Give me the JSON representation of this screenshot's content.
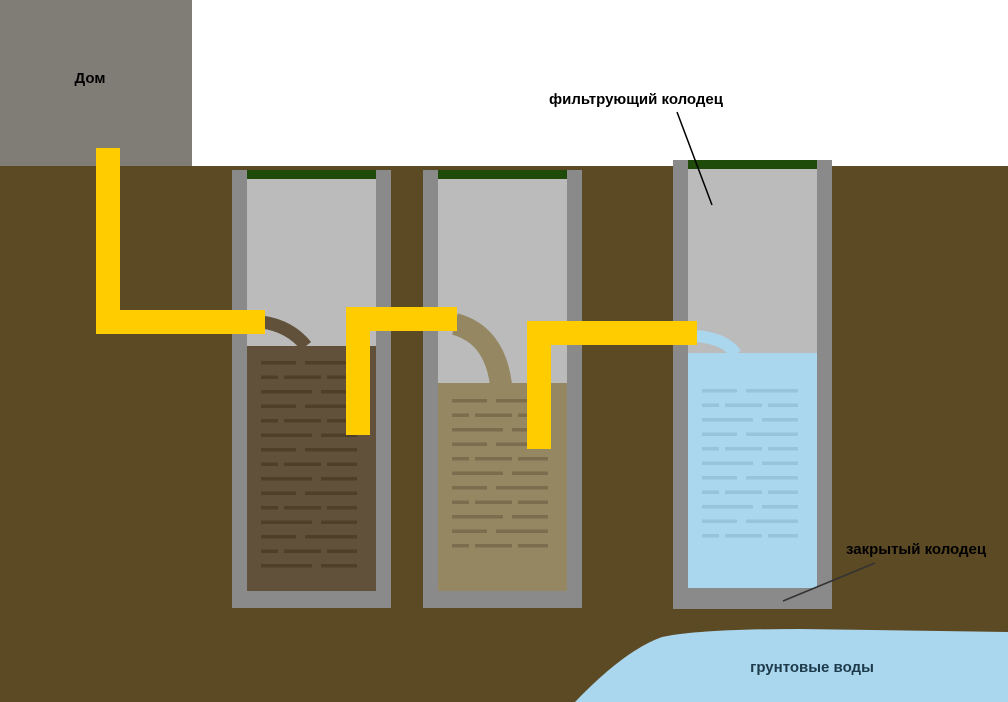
{
  "labels": {
    "house": "Дом",
    "filter_well": "фильтрующий колодец",
    "closed_well": "закрытый колодец",
    "groundwater": "грунтовые воды"
  },
  "colors": {
    "sky": "#ffffff",
    "house": "#807c76",
    "ground": "#5c4a25",
    "wall": "#8a8a8a",
    "air": "#bbbbbb",
    "cap": "#1e4a0a",
    "pipe": "#ffcc00",
    "sludge": "#61513a",
    "settled": "#958762",
    "water": "#aad6ee"
  }
}
